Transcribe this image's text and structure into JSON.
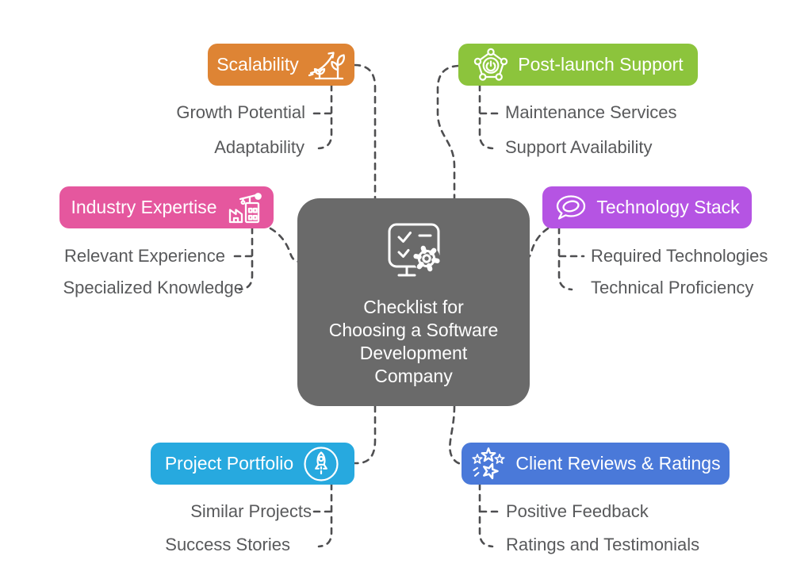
{
  "center": {
    "title": "Checklist for Choosing a Software Development Company",
    "title_lines": [
      "Checklist for",
      "Choosing a Software",
      "Development",
      "Company"
    ],
    "color": "#6A6A6A",
    "icon": "checklist-gear-icon"
  },
  "branches": [
    {
      "id": "scalability",
      "label": "Scalability",
      "color": "#DE8434",
      "icon": "growth-plant-icon",
      "icon_side": "right",
      "children": [
        "Growth Potential",
        "Adaptability"
      ]
    },
    {
      "id": "post-launch-support",
      "label": "Post-launch Support",
      "color": "#8CC43C",
      "icon": "network-pentagon-icon",
      "icon_side": "left",
      "children": [
        "Maintenance Services",
        "Support Availability"
      ]
    },
    {
      "id": "industry-expertise",
      "label": "Industry Expertise",
      "color": "#E5579E",
      "icon": "factory-icon",
      "icon_side": "right",
      "children": [
        "Relevant Experience",
        "Specialized Knowledge"
      ]
    },
    {
      "id": "technology-stack",
      "label": "Technology Stack",
      "color": "#B554E3",
      "icon": "speech-bubble-icon",
      "icon_side": "left",
      "children": [
        "Required Technologies",
        "Technical Proficiency"
      ]
    },
    {
      "id": "project-portfolio",
      "label": "Project Portfolio",
      "color": "#27A9DF",
      "icon": "rocket-icon",
      "icon_side": "right",
      "children": [
        "Similar Projects",
        "Success Stories"
      ]
    },
    {
      "id": "client-reviews-ratings",
      "label": "Client Reviews & Ratings",
      "color": "#4A79D9",
      "icon": "stars-icon",
      "icon_side": "left",
      "children": [
        "Positive Feedback",
        "Ratings and Testimonials"
      ]
    }
  ],
  "style": {
    "connector_color": "#4E4E50",
    "sub_label_color": "#58595B",
    "background": "#FFFFFF"
  }
}
